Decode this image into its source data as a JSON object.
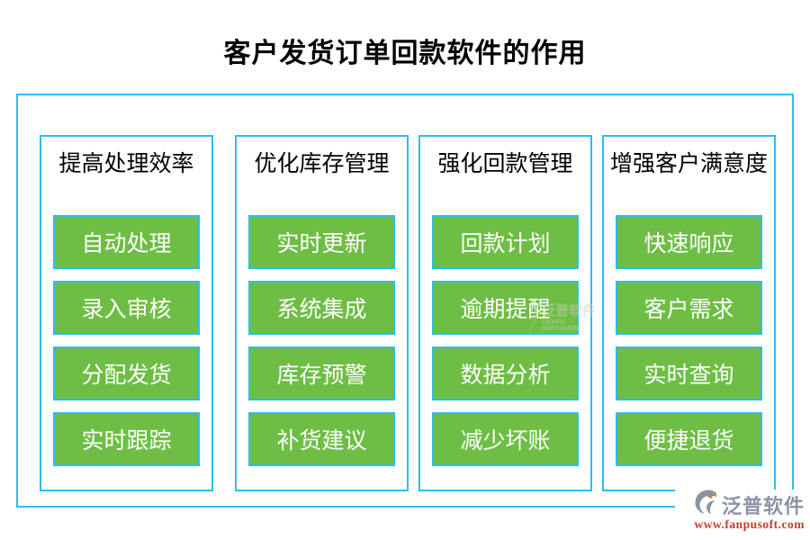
{
  "title": "客户发货订单回款软件的作用",
  "columns": [
    {
      "header": "提高处理效率",
      "items": [
        "自动处理",
        "录入审核",
        "分配发货",
        "实时跟踪"
      ]
    },
    {
      "header": "优化库存管理",
      "items": [
        "实时更新",
        "系统集成",
        "库存预警",
        "补货建议"
      ]
    },
    {
      "header": "强化回款管理",
      "items": [
        "回款计划",
        "逾期提醒",
        "数据分析",
        "减少坏账"
      ]
    },
    {
      "header": "增强客户满意度",
      "items": [
        "快速响应",
        "客户需求",
        "实时查询",
        "便捷退货"
      ]
    }
  ],
  "brand": {
    "name": "泛普软件",
    "name_en": "FANPU SOFTWARE",
    "url": "www.fanpusoft.com"
  },
  "colors": {
    "frame_cyan": "#29bef0",
    "item_green": "#6ebe45",
    "title_black": "#000000",
    "brand_gray": "#8a93a6",
    "url_red": "#c63c2f"
  }
}
